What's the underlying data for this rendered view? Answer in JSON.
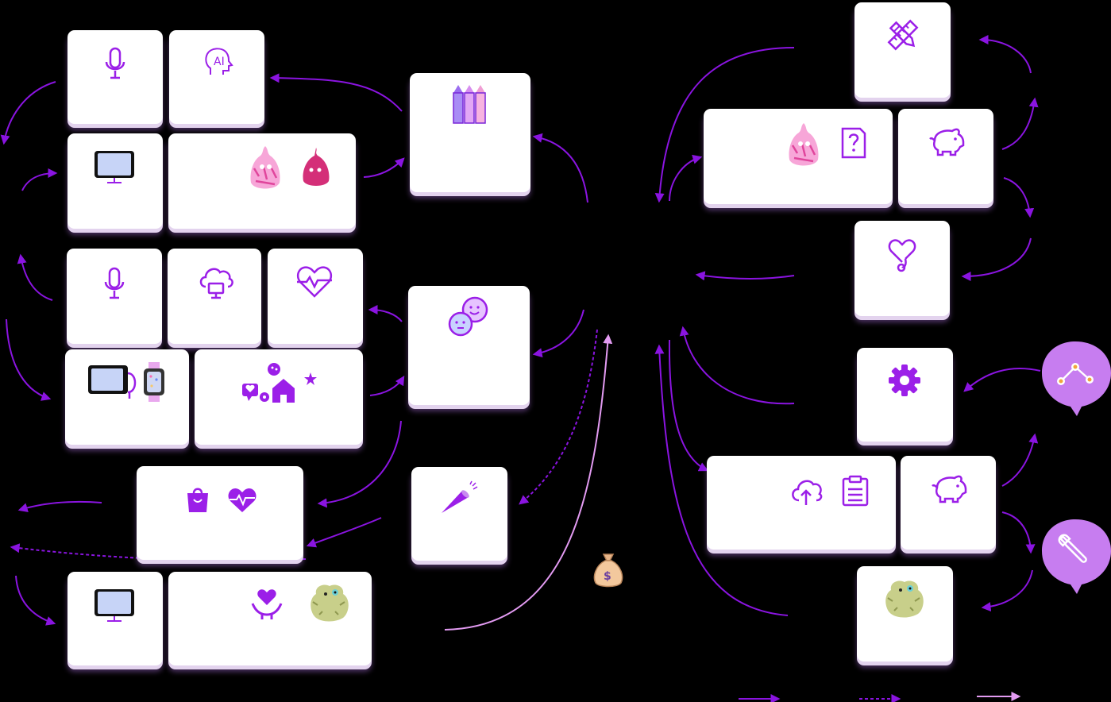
{
  "diagram": {
    "colors": {
      "background": "#000000",
      "card": "#ffffff",
      "accent": "#9b1fe8",
      "accent_light": "#c88af0",
      "arrow_solid": "#8a14e0",
      "arrow_light": "#e39bf2",
      "bubble": "#c77df0"
    },
    "cards": [
      {
        "id": "c1",
        "icons": [
          "microphone-icon"
        ]
      },
      {
        "id": "c2",
        "icons": [
          "ai-head-icon"
        ]
      },
      {
        "id": "c3",
        "icons": [
          "tablet-icon"
        ]
      },
      {
        "id": "c4",
        "icons": [
          "pink-fluffy-character-icon",
          "pink-blob-character-icon"
        ]
      },
      {
        "id": "c5",
        "icons": [
          "crayons-icon"
        ]
      },
      {
        "id": "c6",
        "icons": [
          "microphone-icon"
        ]
      },
      {
        "id": "c7",
        "icons": [
          "cloud-computer-icon"
        ]
      },
      {
        "id": "c8",
        "icons": [
          "heartbeat-icon"
        ]
      },
      {
        "id": "c9",
        "icons": [
          "tablet-icon",
          "smartwatch-icon"
        ]
      },
      {
        "id": "c10",
        "icons": [
          "smart-home-icon"
        ]
      },
      {
        "id": "c11",
        "icons": [
          "happy-faces-icon"
        ]
      },
      {
        "id": "c12",
        "icons": [
          "shopping-bag-icon",
          "heart-pulse-icon"
        ]
      },
      {
        "id": "c13",
        "icons": [
          "megaphone-icon"
        ]
      },
      {
        "id": "c14",
        "icons": [
          "tablet-icon"
        ]
      },
      {
        "id": "c15",
        "icons": [
          "caring-hands-icon",
          "green-fluffy-monster-icon"
        ]
      },
      {
        "id": "c16",
        "icons": [
          "ruler-pencil-icon"
        ]
      },
      {
        "id": "c17",
        "icons": [
          "pink-fluffy-character-icon",
          "question-document-icon"
        ]
      },
      {
        "id": "c18",
        "icons": [
          "piggy-bank-icon"
        ]
      },
      {
        "id": "c19",
        "icons": [
          "stethoscope-heart-icon"
        ]
      },
      {
        "id": "c20",
        "icons": [
          "gear-icon"
        ]
      },
      {
        "id": "c21",
        "icons": [
          "cloud-upload-icon",
          "clipboard-icon"
        ]
      },
      {
        "id": "c22",
        "icons": [
          "piggy-bank-icon"
        ]
      },
      {
        "id": "c23",
        "icons": [
          "green-fluffy-monster-icon"
        ]
      }
    ],
    "bubbles": [
      {
        "id": "b1",
        "icon": "share-nodes-icon"
      },
      {
        "id": "b2",
        "icon": "wrench-icon"
      }
    ],
    "center_icon": "money-bag-icon",
    "money_symbol": "$",
    "legend": [
      {
        "style": "solid"
      },
      {
        "style": "dashed"
      },
      {
        "style": "light"
      }
    ]
  }
}
